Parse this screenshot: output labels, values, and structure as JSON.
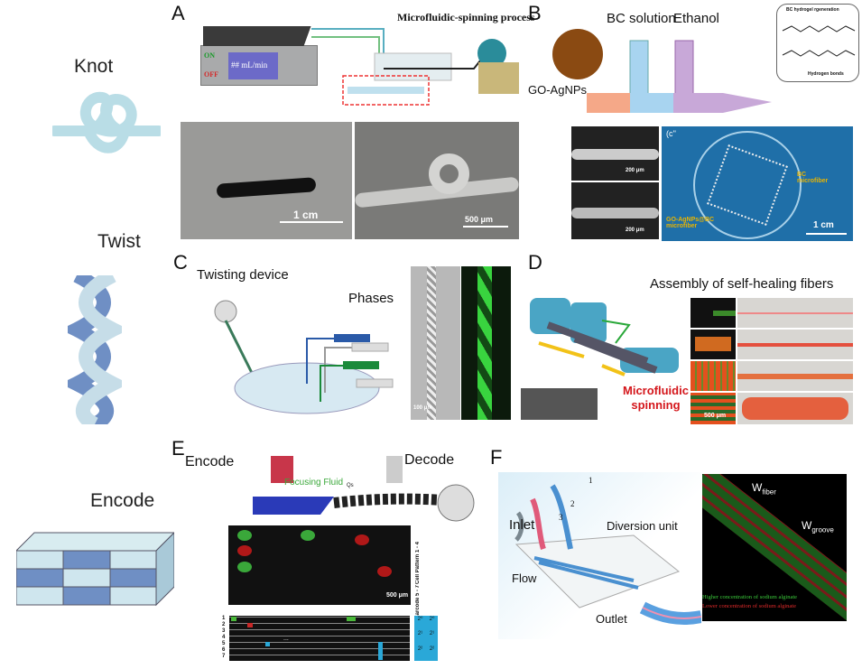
{
  "side_labels": {
    "knot": "Knot",
    "twist": "Twist",
    "encode": "Encode"
  },
  "panels": {
    "A": {
      "label": "A",
      "title": "Microfluidic-spinning process",
      "pump_on": "ON",
      "pump_off": "OFF",
      "pump_display": "## mL/min",
      "scale_photo": "1 cm",
      "scale_sem": "500 μm"
    },
    "B": {
      "label": "B",
      "bc_solution": "BC solution",
      "ethanol": "Ethanol",
      "go_agnps": "GO-AgNPs",
      "inset_title": "BC hydrogel rgeneration",
      "inset_legend": "Hydrogen bonds",
      "scale_sem_1": "200 μm",
      "scale_sem_2": "200 μm",
      "photo_tag": "(c''",
      "bc_microfiber": "BC microfiber",
      "go_microfiber": "GO-AgNPs@BC microfiber",
      "scale_photo": "1 cm"
    },
    "C": {
      "label": "C",
      "twisting_device": "Twisting device",
      "phases": "Phases",
      "scale": "100 μm"
    },
    "D": {
      "label": "D",
      "assembly": "Assembly of self-healing fibers",
      "spinning_1": "Microfluidic",
      "spinning_2": "spinning",
      "scale": "500 μm"
    },
    "E": {
      "label": "E",
      "encode": "Encode",
      "decode": "Decode",
      "focusing_fluid": "Focusing Fluid",
      "qs": "Qs",
      "cell_pattern": "Cell Pattern 1 - 4",
      "barcode": "Barcode 5 - 7",
      "scale": "500 μm",
      "row_numbers": [
        "1",
        "2",
        "3",
        "4",
        "5",
        "6",
        "7"
      ],
      "dots": "...",
      "powers": [
        "2⁰",
        "2⁰",
        "2¹",
        "2¹",
        "2²",
        "2²"
      ]
    },
    "F": {
      "label": "F",
      "n1": "1",
      "n2": "2",
      "n3": "3",
      "inlet": "Inlet",
      "diversion_unit": "Diversion unit",
      "flow": "Flow",
      "outlet": "Outlet",
      "w_fiber": "W",
      "w_fiber_sub": "fiber",
      "w_groove": "W",
      "w_groove_sub": "groove",
      "higher": "Higher concentration of sodium alginate",
      "lower": "Lower concentration of sodium alginate"
    }
  },
  "colors": {
    "fiber_blue": "#b9dde6",
    "twist_dark": "#6f8fc4",
    "twist_light": "#c6dde8",
    "red_label": "#d4161b",
    "fluor_green": "#39d43f",
    "orange_label": "#e9b400"
  }
}
